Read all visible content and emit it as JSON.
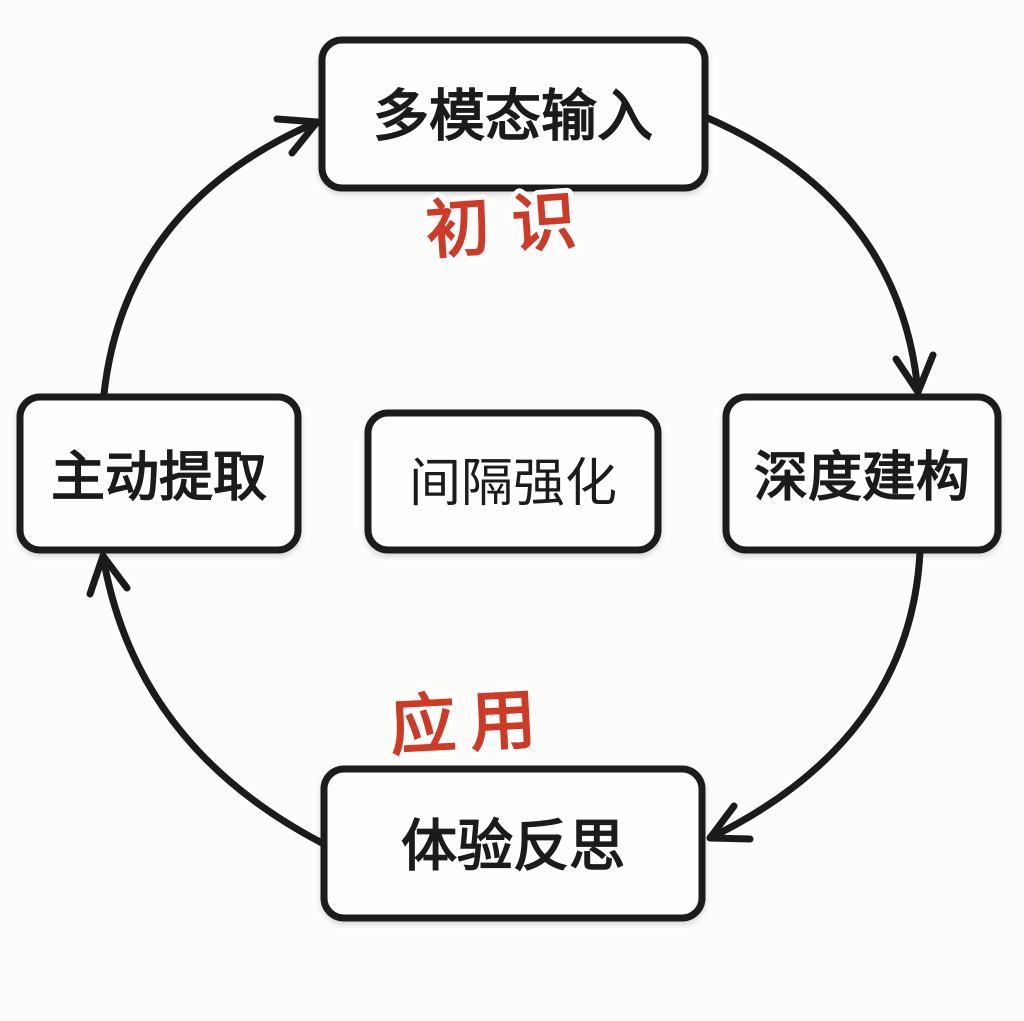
{
  "diagram": {
    "background": "#fcfcfb",
    "line_color": "#1b1b1b",
    "annotation_color": "#cf3a26",
    "nodes": {
      "top": "多模态输入",
      "right": "深度建构",
      "bottom": "体验反思",
      "left": "主动提取",
      "center": "间隔强化"
    },
    "annotations": {
      "after_top": "初识",
      "before_bottom": "应用"
    },
    "arrows": [
      {
        "from": "主动提取",
        "to": "多模态输入"
      },
      {
        "from": "多模态输入",
        "to": "深度建构"
      },
      {
        "from": "深度建构",
        "to": "体验反思"
      },
      {
        "from": "体验反思",
        "to": "主动提取"
      }
    ],
    "flow": "clockwise"
  }
}
